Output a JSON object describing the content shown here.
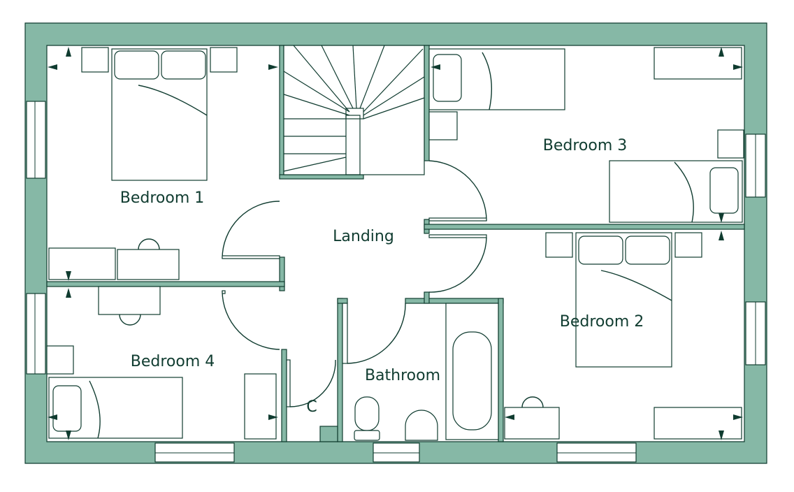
{
  "plan": {
    "rooms": {
      "bedroom1": "Bedroom 1",
      "bedroom2": "Bedroom 2",
      "bedroom3": "Bedroom 3",
      "bedroom4": "Bedroom 4",
      "landing": "Landing",
      "bathroom": "Bathroom",
      "cupboard": "C"
    },
    "colors": {
      "wall": "#86b8a6",
      "line": "#103c30"
    }
  }
}
